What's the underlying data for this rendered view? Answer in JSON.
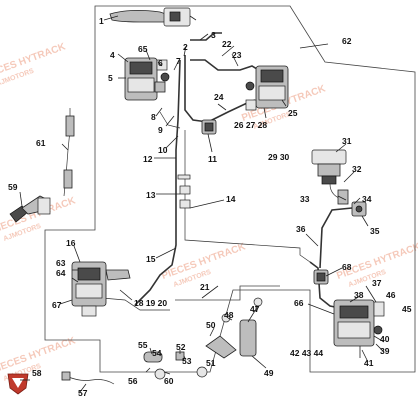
{
  "watermark": {
    "brand": "PIECES HYTRACK",
    "site": "AJMOTORS"
  },
  "callouts": [
    {
      "id": "n1",
      "text": "1"
    },
    {
      "id": "n2",
      "text": "2"
    },
    {
      "id": "n3",
      "text": "3"
    },
    {
      "id": "n4",
      "text": "4"
    },
    {
      "id": "n5",
      "text": "5"
    },
    {
      "id": "n6",
      "text": "6"
    },
    {
      "id": "n7",
      "text": "7"
    },
    {
      "id": "n8",
      "text": "8"
    },
    {
      "id": "n9",
      "text": "9"
    },
    {
      "id": "n10",
      "text": "10"
    },
    {
      "id": "n11",
      "text": "11"
    },
    {
      "id": "n12",
      "text": "12"
    },
    {
      "id": "n13",
      "text": "13"
    },
    {
      "id": "n14",
      "text": "14"
    },
    {
      "id": "n15",
      "text": "15"
    },
    {
      "id": "n16",
      "text": "16"
    },
    {
      "id": "n18-19-20",
      "text": "18 19 20"
    },
    {
      "id": "n21",
      "text": "21"
    },
    {
      "id": "n22",
      "text": "22"
    },
    {
      "id": "n23",
      "text": "23"
    },
    {
      "id": "n24",
      "text": "24"
    },
    {
      "id": "n25",
      "text": "25"
    },
    {
      "id": "n26-27-28",
      "text": "26 27 28"
    },
    {
      "id": "n29-30",
      "text": "29 30"
    },
    {
      "id": "n31",
      "text": "31"
    },
    {
      "id": "n32",
      "text": "32"
    },
    {
      "id": "n33",
      "text": "33"
    },
    {
      "id": "n34",
      "text": "34"
    },
    {
      "id": "n35",
      "text": "35"
    },
    {
      "id": "n36",
      "text": "36"
    },
    {
      "id": "n37",
      "text": "37"
    },
    {
      "id": "n38",
      "text": "38"
    },
    {
      "id": "n39",
      "text": "39"
    },
    {
      "id": "n40",
      "text": "40"
    },
    {
      "id": "n41",
      "text": "41"
    },
    {
      "id": "n42-43-44",
      "text": "42 43 44"
    },
    {
      "id": "n45",
      "text": "45"
    },
    {
      "id": "n46",
      "text": "46"
    },
    {
      "id": "n47",
      "text": "47"
    },
    {
      "id": "n48",
      "text": "48"
    },
    {
      "id": "n49",
      "text": "49"
    },
    {
      "id": "n50",
      "text": "50"
    },
    {
      "id": "n51",
      "text": "51"
    },
    {
      "id": "n52",
      "text": "52"
    },
    {
      "id": "n53",
      "text": "53"
    },
    {
      "id": "n54",
      "text": "54"
    },
    {
      "id": "n55",
      "text": "55"
    },
    {
      "id": "n56",
      "text": "56"
    },
    {
      "id": "n57",
      "text": "57"
    },
    {
      "id": "n58",
      "text": "58"
    },
    {
      "id": "n59",
      "text": "59"
    },
    {
      "id": "n60",
      "text": "60"
    },
    {
      "id": "n61",
      "text": "61"
    },
    {
      "id": "n62",
      "text": "62"
    },
    {
      "id": "n63",
      "text": "63"
    },
    {
      "id": "n64",
      "text": "64"
    },
    {
      "id": "n65",
      "text": "65"
    },
    {
      "id": "n66",
      "text": "66"
    },
    {
      "id": "n67",
      "text": "67"
    },
    {
      "id": "n68",
      "text": "68"
    }
  ]
}
